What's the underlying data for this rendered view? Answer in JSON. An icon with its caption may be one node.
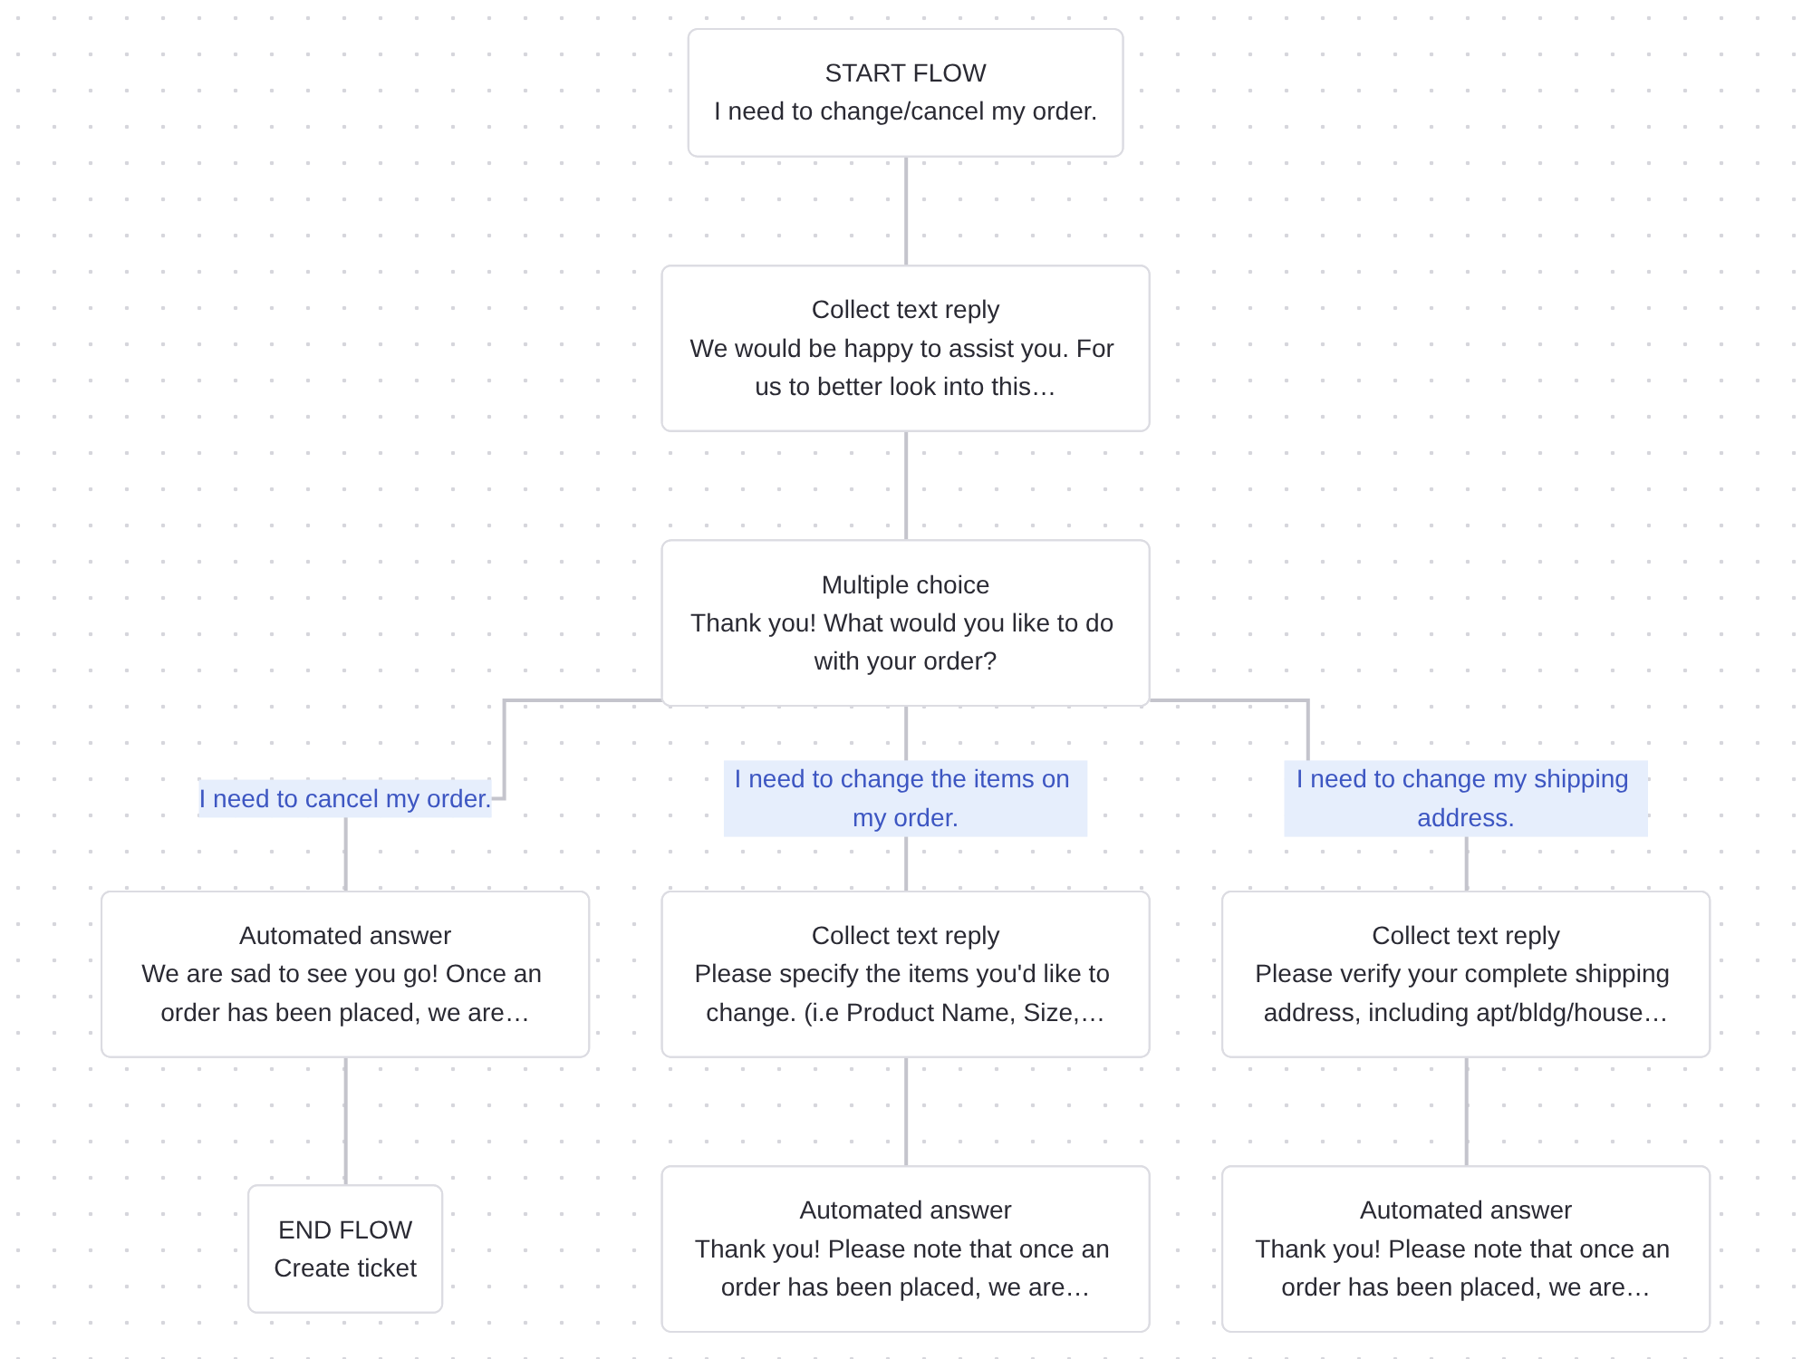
{
  "diagram": {
    "nodes": [
      {
        "text": [
          "START FLOW",
          "I need to change/cancel my order."
        ]
      },
      {
        "text": [
          "Collect text reply",
          "We would be happy to assist you. For us to better look into this…"
        ]
      },
      {
        "text": [
          "Multiple choice",
          "Thank you! What would you like to do with your order?"
        ]
      },
      {
        "text": [
          "Automated answer",
          "We are sad to see you go! Once an order has been placed, we are…"
        ]
      },
      {
        "text": [
          "Collect text reply",
          "Please specify the items you'd like to change. (i.e Product Name, Size,…"
        ]
      },
      {
        "text": [
          "Collect text reply",
          "Please verify your complete shipping address, including apt/bldg/house…"
        ]
      },
      {
        "text": [
          "END FLOW",
          "Create ticket"
        ]
      },
      {
        "text": [
          "Automated answer",
          "Thank you! Please note that once an order has been placed, we are…"
        ]
      },
      {
        "text": [
          "Automated answer",
          "Thank you! Please note that once an order has been placed, we are…"
        ]
      }
    ],
    "edges": [
      {
        "from": 0,
        "to": 1,
        "arrow": "none"
      },
      {
        "from": 1,
        "to": 2,
        "arrow": "none"
      },
      {
        "from": 2,
        "to": 3,
        "arrow": "none",
        "label": "I need to cancel my order."
      },
      {
        "from": 2,
        "to": 4,
        "arrow": "none",
        "label": "I need to change the items on my order."
      },
      {
        "from": 2,
        "to": 5,
        "arrow": "none",
        "label": "I need to change my shipping address."
      },
      {
        "from": 3,
        "to": 6,
        "arrow": "none"
      },
      {
        "from": 4,
        "to": 7,
        "arrow": "none"
      },
      {
        "from": 5,
        "to": 8,
        "arrow": "none"
      }
    ]
  }
}
